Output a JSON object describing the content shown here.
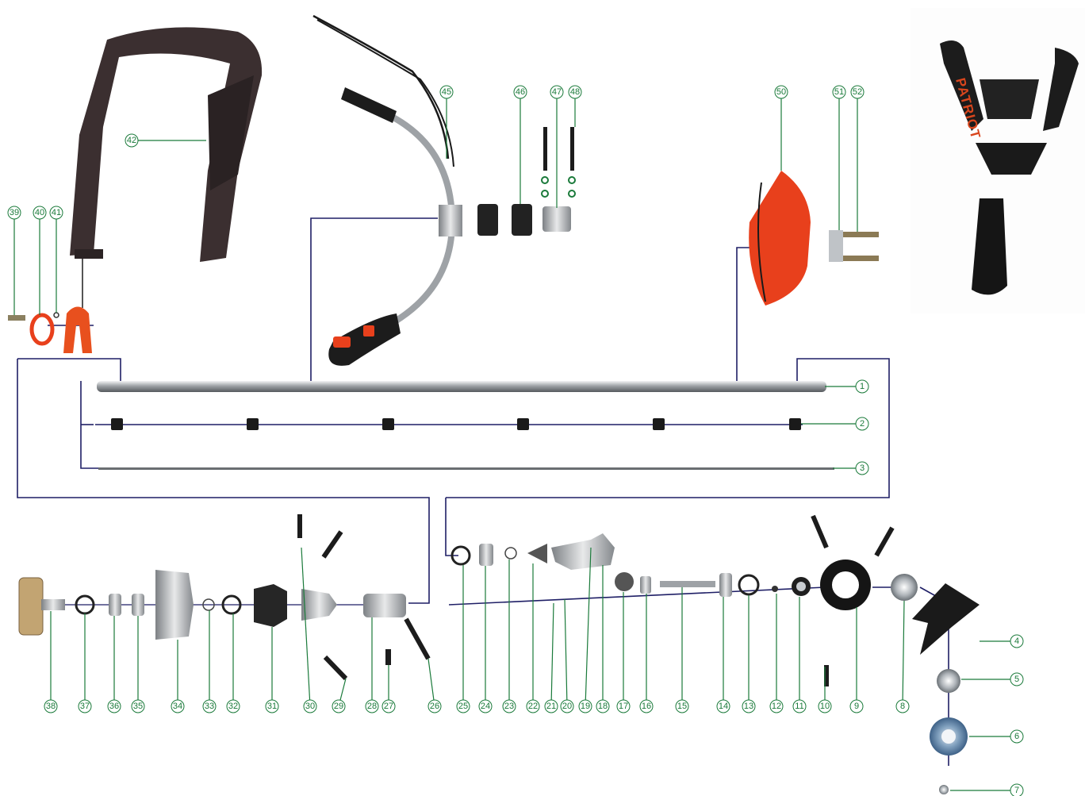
{
  "harness_brand": "PATRIOT",
  "colors": {
    "callout": "#1a7a3a",
    "frame": "#1f1f66",
    "guard": "#e8401c",
    "metal": "#b9bcc0",
    "rubber": "#1c1c1c"
  },
  "part_numbers": [
    "1",
    "2",
    "3",
    "4",
    "5",
    "6",
    "7",
    "8",
    "9",
    "10",
    "11",
    "12",
    "13",
    "14",
    "15",
    "16",
    "17",
    "18",
    "19",
    "20",
    "21",
    "22",
    "23",
    "24",
    "25",
    "26",
    "27",
    "28",
    "29",
    "30",
    "31",
    "32",
    "33",
    "34",
    "35",
    "36",
    "37",
    "38",
    "39",
    "40",
    "41",
    "42",
    "45",
    "46",
    "47",
    "48",
    "50",
    "51",
    "52"
  ]
}
